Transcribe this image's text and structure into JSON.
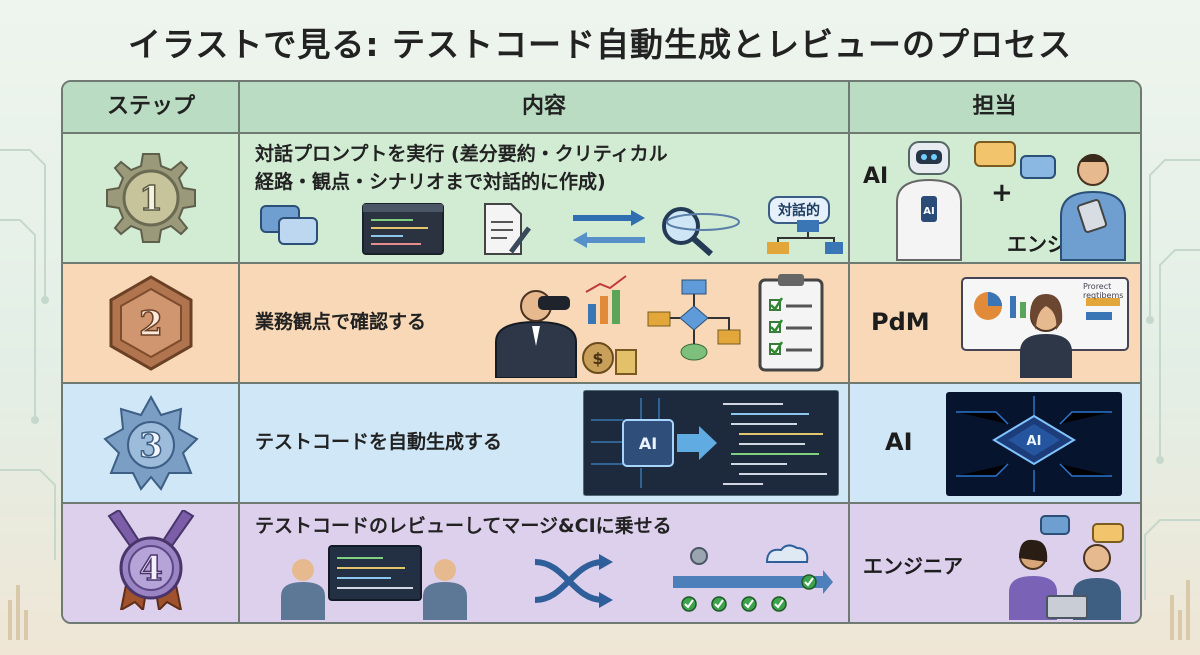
{
  "title": "イラストで見る: テストコード自動生成とレビューのプロセス",
  "header": {
    "step": "ステップ",
    "content": "内容",
    "owner": "担当"
  },
  "colors": {
    "row1": "#d2ecd4",
    "row2": "#f8d8b6",
    "row3": "#cfe7f6",
    "row4": "#ddd0ec",
    "header": "#b9dcc2"
  },
  "rows": [
    {
      "number": "1",
      "content_line1": "対話プロンプトを実行 (差分要約・クリティカル",
      "content_line2": "経路・観点・シナリオまで対話的に作成)",
      "bubble": "対話的",
      "owner": "AI",
      "owner_plus": "+",
      "owner2": "エンジニア",
      "badge_icon": "gear-badge"
    },
    {
      "number": "2",
      "content_line1": "業務観点で確認する",
      "owner": "PdM",
      "screen_title": "Prorect reqtibems",
      "badge_icon": "hexagon-badge"
    },
    {
      "number": "3",
      "content_line1": "テストコードを自動生成する",
      "chip": "AI",
      "owner": "AI",
      "owner_chip": "AI",
      "badge_icon": "star-badge"
    },
    {
      "number": "4",
      "content_line1": "テストコードのレビューしてマージ&CIに乗せる",
      "owner": "エンジニア",
      "badge_icon": "medal-badge"
    }
  ]
}
